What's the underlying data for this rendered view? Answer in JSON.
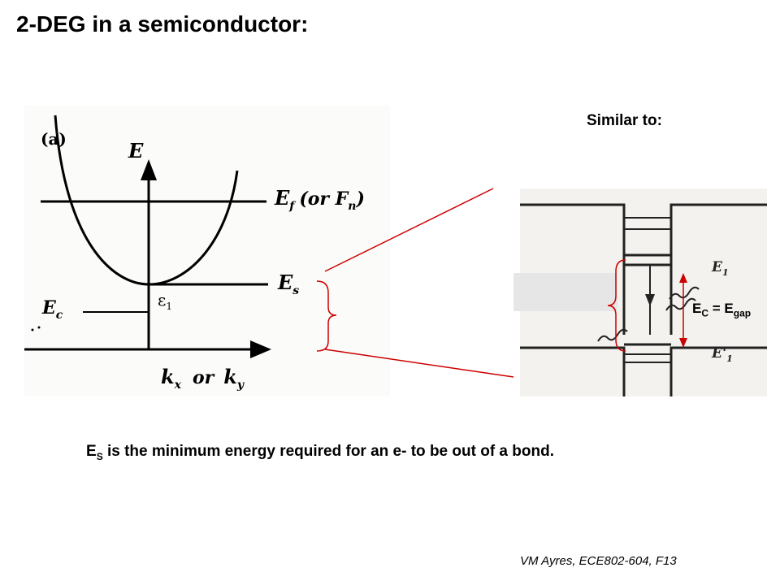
{
  "slide": {
    "title": "2-DEG in a semiconductor:",
    "similar_label": "Similar to:",
    "note_main": "E",
    "note_sub": "S",
    "note_rest": " is the minimum energy required for an e- to be out of a bond.",
    "footer": "VM Ayres, ECE802-604, F13"
  },
  "left_figure": {
    "panel_label": "(a)",
    "axis_e": "E",
    "ef_label": "E",
    "ef_sub": "f",
    "ef_paren": "(or F",
    "ef_paren_sub": "n",
    "ef_close": ")",
    "es_label": "E",
    "es_sub": "s",
    "ec_label": "E",
    "ec_sub": "c",
    "kx_label": "k",
    "kx_sub": "x",
    "or_text": "or",
    "ky_label": "k",
    "ky_sub": "y"
  },
  "overlay": {
    "eps_symbol": "ε",
    "eps_sub": "1",
    "egap_main": "E",
    "egap_sub1": "C",
    "egap_eq": " = E",
    "egap_sub2": "gap"
  },
  "right_figure": {
    "e1_label": "E",
    "e1_sub": "1",
    "e1p_label": "E'",
    "e1p_sub": "1"
  },
  "colors": {
    "accent_red": "#cc0000",
    "grey_box": "#e6e6e6"
  }
}
